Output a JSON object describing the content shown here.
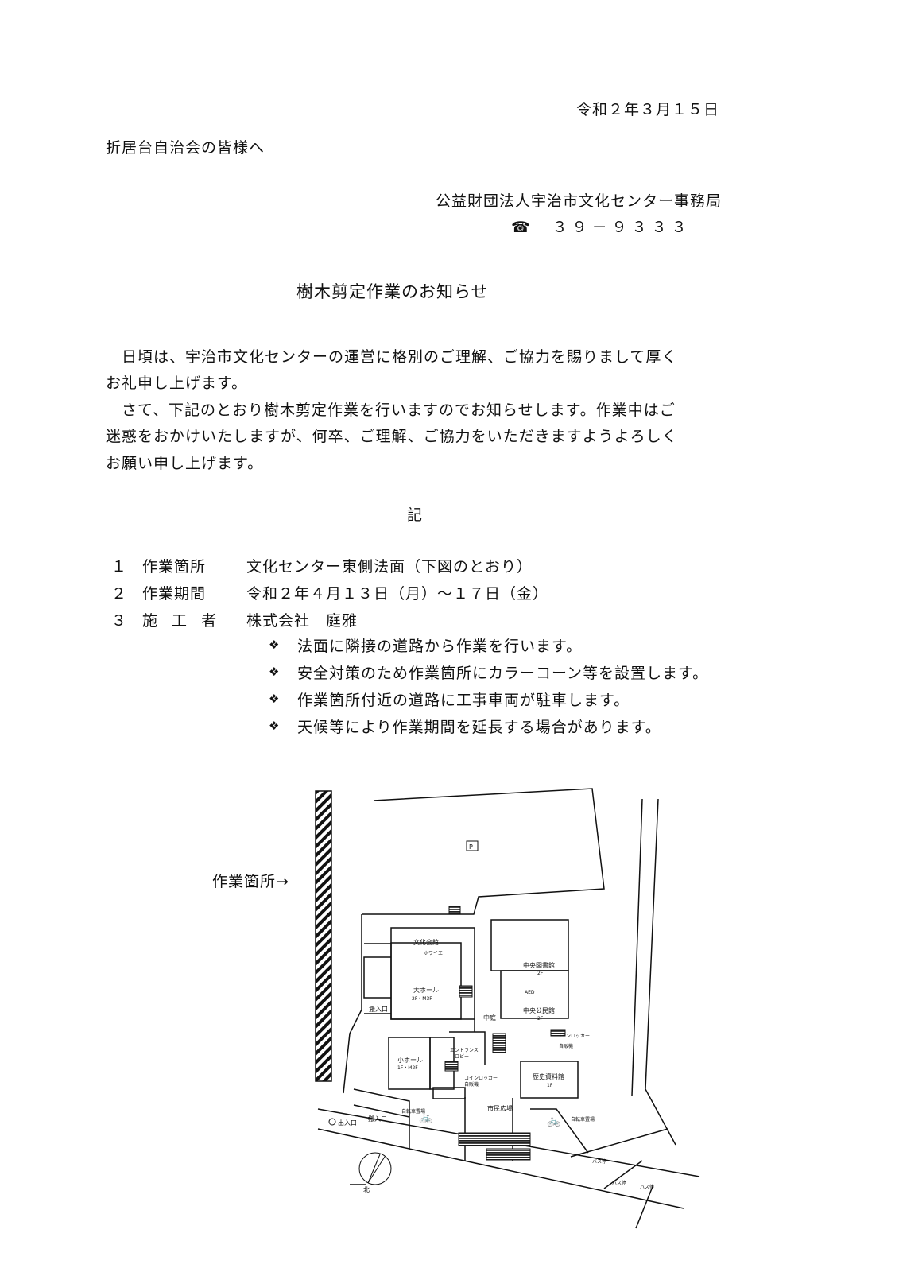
{
  "date": "令和２年３月１５日",
  "addressee": "折居台自治会の皆様へ",
  "sender": {
    "organization": "公益財団法人宇治市文化センター事務局",
    "phone_icon": "telephone-icon",
    "phone_symbol": "☎",
    "phone": "３９－９３３３"
  },
  "title": "樹木剪定作業のお知らせ",
  "body": [
    "日頃は、宇治市文化センターの運営に格別のご理解、ご協力を賜りまして厚く",
    "お礼申し上げます。",
    "さて、下記のとおり樹木剪定作業を行いますのでお知らせします。作業中はご",
    "迷惑をおかけいたしますが、何卒、ご理解、ご協力をいただきますようよろしく",
    "お願い申し上げます。"
  ],
  "ki": "記",
  "items": [
    {
      "num": "１",
      "label": "作業箇所",
      "value": "文化センター東側法面（下図のとおり）"
    },
    {
      "num": "２",
      "label": "作業期間",
      "value": "令和２年４月１３日（月）～１７日（金）"
    },
    {
      "num": "３",
      "label": "施 工 者",
      "value": "株式会社　庭雅"
    }
  ],
  "bullet_symbol": "❖",
  "notes": [
    "法面に隣接の道路から作業を行います。",
    "安全対策のため作業箇所にカラーコーン等を設置します。",
    "作業箇所付近の道路に工事車両が駐車します。",
    "天候等により作業期間を延長する場合があります。"
  ],
  "map": {
    "work_area_label": "作業箇所→",
    "parking": "P",
    "bunka_kaikan": "文化会館",
    "foyer": "ホワイエ",
    "large_hall": "大ホール",
    "large_hall_floor": "2F・M3F",
    "loading_entrance": "搬入口",
    "library": "中央図書館",
    "library_floor": "2F",
    "community_hall": "中央公民館",
    "community_hall_floor": "2F",
    "courtyard": "中庭",
    "aed": "AED",
    "entrance_lobby_1": "エントランス",
    "entrance_lobby_2": "ロビー",
    "small_hall": "小ホール",
    "small_hall_floor": "1F・M2F",
    "coin_locker": "コインロッカー",
    "vending": "自販機",
    "history_museum": "歴史資料館",
    "history_museum_floor": "1F",
    "citizens_plaza": "市民広場",
    "bicycle_parking": "自転車置場",
    "parking_entrance": "出入口",
    "north": "北",
    "bus_stop": "バス停"
  }
}
